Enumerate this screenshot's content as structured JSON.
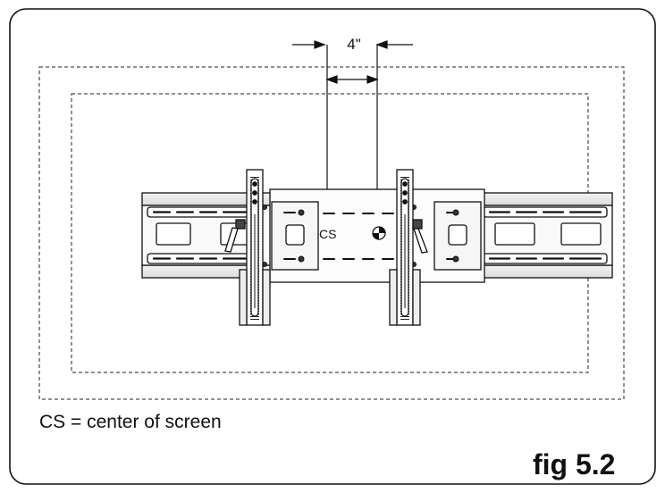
{
  "figure": {
    "dimension_label": "4\"",
    "center_label": "CS",
    "legend": "CS = center of screen",
    "figure_label": "fig 5.2"
  }
}
